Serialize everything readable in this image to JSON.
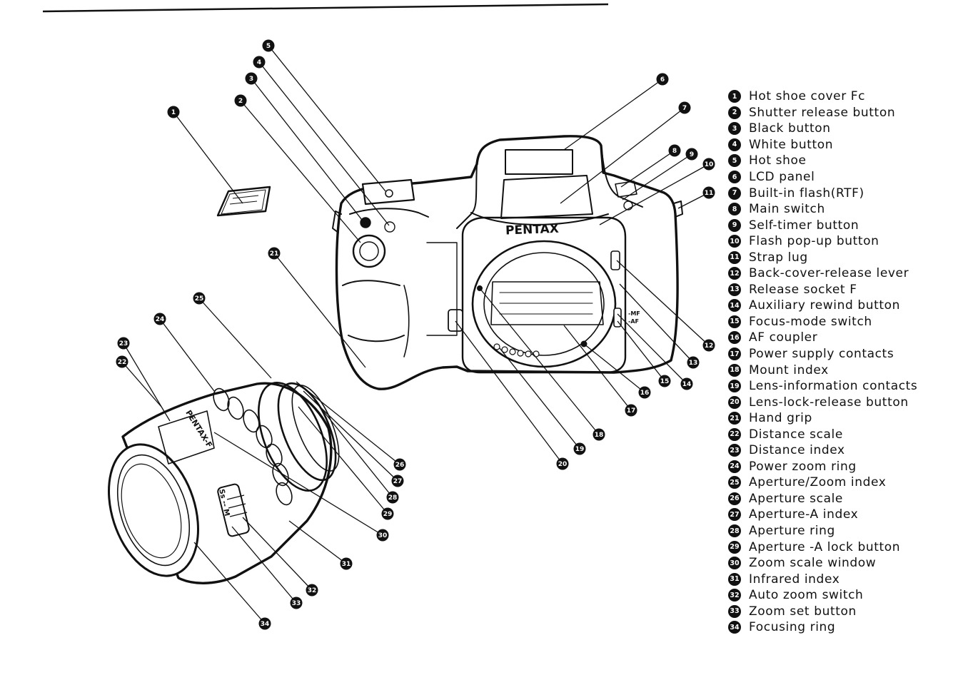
{
  "camera": {
    "brand": "PENTAX",
    "af_switch_mf": "-MF",
    "af_switch_af": "-AF"
  },
  "lens": {
    "brand": "PENTAX-F",
    "mode_marks": "Ss -- M"
  },
  "parts": [
    {
      "num": "1",
      "label": "Hot shoe cover Fc"
    },
    {
      "num": "2",
      "label": "Shutter release button"
    },
    {
      "num": "3",
      "label": "Black button"
    },
    {
      "num": "4",
      "label": "White button"
    },
    {
      "num": "5",
      "label": "Hot shoe"
    },
    {
      "num": "6",
      "label": "LCD panel"
    },
    {
      "num": "7",
      "label": "Built-in flash(RTF)"
    },
    {
      "num": "8",
      "label": "Main switch"
    },
    {
      "num": "9",
      "label": "Self-timer button"
    },
    {
      "num": "10",
      "label": "Flash pop-up button"
    },
    {
      "num": "11",
      "label": "Strap lug"
    },
    {
      "num": "12",
      "label": "Back-cover-release lever"
    },
    {
      "num": "13",
      "label": "Release socket F"
    },
    {
      "num": "14",
      "label": "Auxiliary rewind button"
    },
    {
      "num": "15",
      "label": "Focus-mode switch"
    },
    {
      "num": "16",
      "label": "AF coupler"
    },
    {
      "num": "17",
      "label": "Power supply contacts"
    },
    {
      "num": "18",
      "label": "Mount index"
    },
    {
      "num": "19",
      "label": "Lens-information contacts"
    },
    {
      "num": "20",
      "label": "Lens-lock-release button"
    },
    {
      "num": "21",
      "label": "Hand grip"
    },
    {
      "num": "22",
      "label": "Distance scale"
    },
    {
      "num": "23",
      "label": "Distance index"
    },
    {
      "num": "24",
      "label": "Power zoom ring"
    },
    {
      "num": "25",
      "label": "Aperture/Zoom index"
    },
    {
      "num": "26",
      "label": "Aperture scale"
    },
    {
      "num": "27",
      "label": "Aperture-A index"
    },
    {
      "num": "28",
      "label": "Aperture ring"
    },
    {
      "num": "29",
      "label": "Aperture -A lock button"
    },
    {
      "num": "30",
      "label": "Zoom scale window"
    },
    {
      "num": "31",
      "label": "Infrared index"
    },
    {
      "num": "32",
      "label": "Auto zoom switch"
    },
    {
      "num": "33",
      "label": "Zoom set button"
    },
    {
      "num": "34",
      "label": "Focusing ring"
    }
  ]
}
